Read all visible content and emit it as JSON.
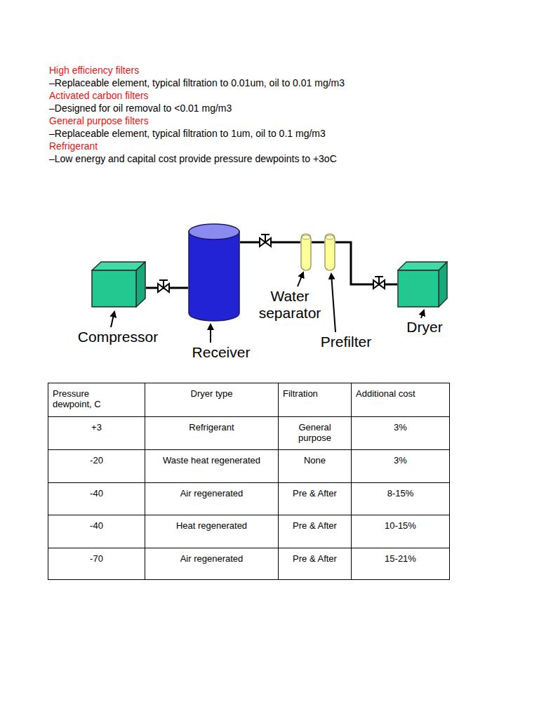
{
  "diagram": {
    "nodes": [
      {
        "text": [
          "Compressor"
        ]
      },
      {
        "text": [
          "Receiver"
        ]
      },
      {
        "text": [
          "Water separator"
        ]
      },
      {
        "text": [
          "Prefilter"
        ]
      },
      {
        "text": [
          "Dryer"
        ]
      }
    ],
    "edges": [
      {
        "from": 0,
        "to": 1,
        "arrow": "none"
      },
      {
        "from": 1,
        "to": 2,
        "arrow": "none"
      },
      {
        "from": 2,
        "to": 3,
        "arrow": "none"
      },
      {
        "from": 3,
        "to": 4,
        "arrow": "none"
      }
    ],
    "labels": [
      "High efficiency filters",
      "–Replaceable element, typical filtration to 0.01um, oil to 0.01 mg/m3",
      "Activated carbon filters",
      "–Designed for oil removal to <0.01 mg/m3",
      "General purpose filters",
      "–Replaceable element, typical filtration to 1um, oil to 0.1 mg/m3",
      "Refrigerant",
      "–Low energy and capital cost provide pressure dewpoints to +3oC",
      "Pressure dewpoint, C",
      "Dryer type",
      "Filtration",
      "Additional cost",
      "+3",
      "Refrigerant",
      "General purpose",
      "3%",
      "-20",
      "Waste heat regenerated",
      "None",
      "3%",
      "-40",
      "Air regenerated",
      "Pre & After",
      "8-15%",
      "-40",
      "Heat regenerated",
      "Pre & After",
      "10-15%",
      "-70",
      "Air regenerated",
      "Pre & After",
      "15-21%"
    ]
  }
}
